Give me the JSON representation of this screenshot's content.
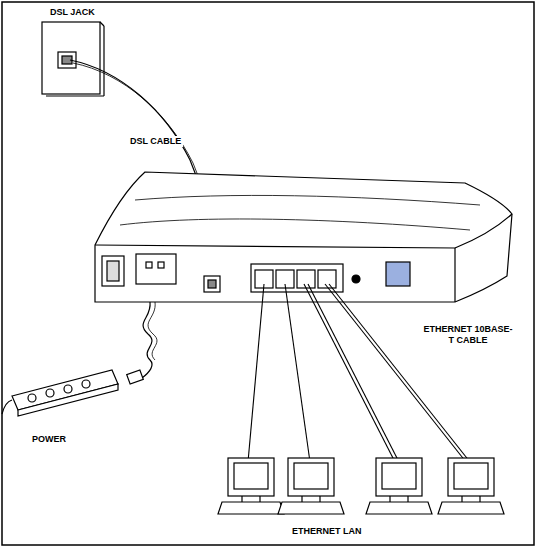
{
  "diagram": {
    "labels": [
      "DSL JACK",
      "DSL CABLE",
      "POWER",
      "ETHERNET 10BASE-T CABLE",
      "ETHERNET LAN"
    ]
  }
}
